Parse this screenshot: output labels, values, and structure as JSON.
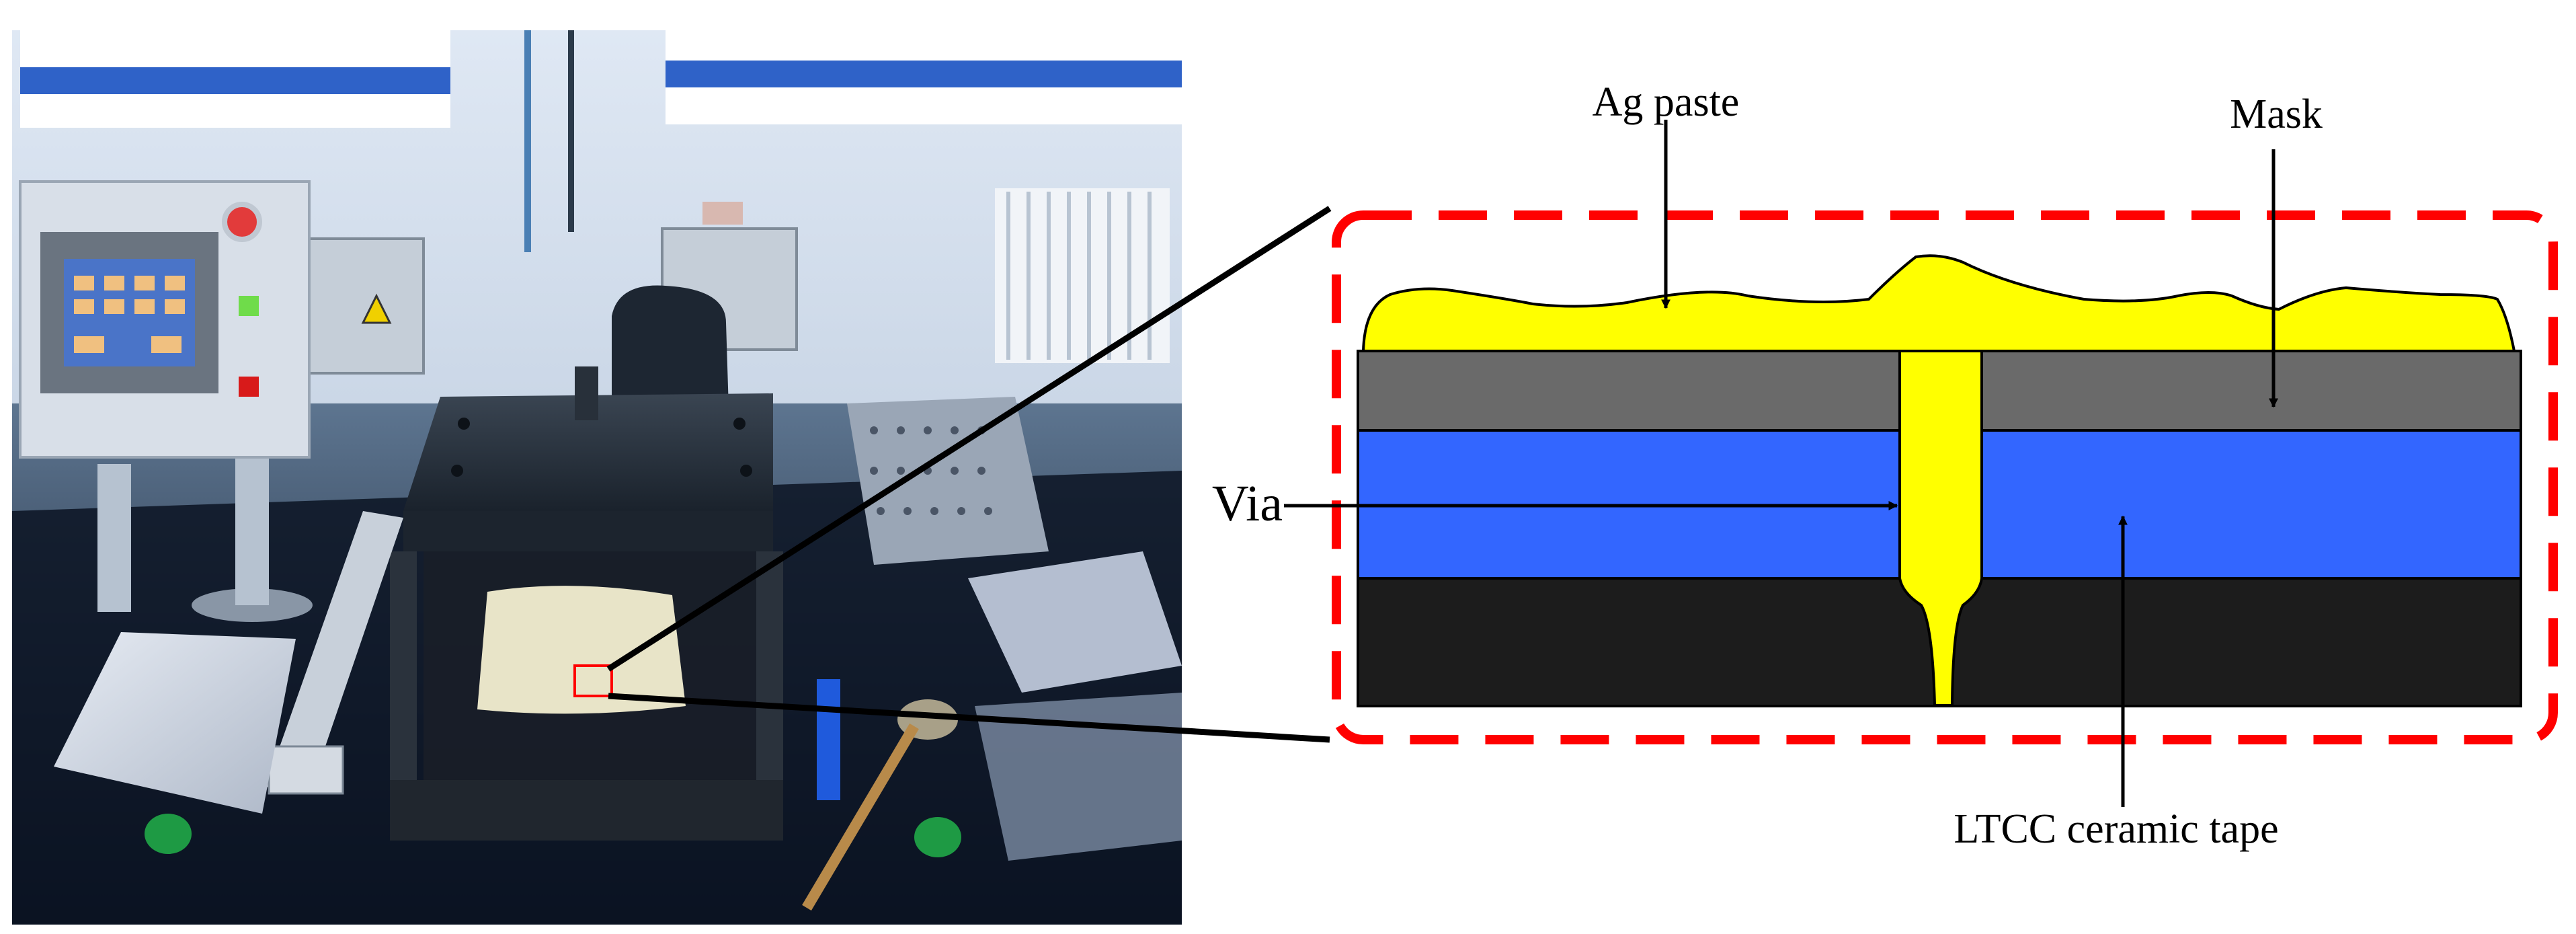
{
  "labels": {
    "ag_paste": "Ag paste",
    "mask": "Mask",
    "via": "Via",
    "ltcc": "LTCC ceramic tape"
  },
  "colors": {
    "ag_paste": "#ffff00",
    "mask": "#6a6a6a",
    "ltcc": "#3366ff",
    "substrate": "#1c1c1c",
    "callout": "#ff0000"
  }
}
